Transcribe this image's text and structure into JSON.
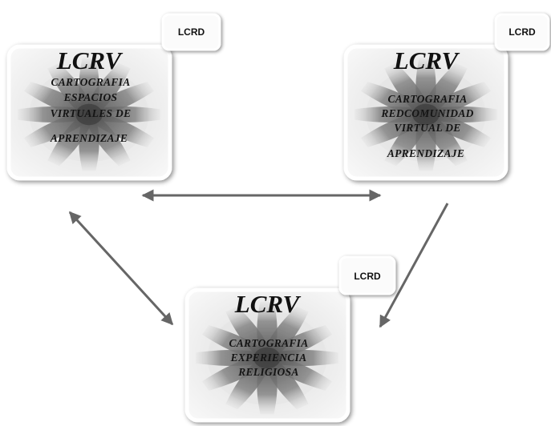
{
  "boxes": [
    {
      "title": "LCRV",
      "lines": [
        "CARTOGRAFIA",
        "ESPACIOS",
        "VIRTUALES DE",
        "",
        "APRENDIZAJE"
      ],
      "tag": "LCRD",
      "image_icon": "joined-hands-circle-image"
    },
    {
      "title": "LCRV",
      "lines": [
        "CARTOGRAFIA",
        "REDCOMUNIDAD",
        "VIRTUAL DE",
        "",
        "APRENDIZAJE"
      ],
      "tag": "LCRD",
      "image_icon": "joined-hands-circle-image"
    },
    {
      "title": "LCRV",
      "lines": [
        "CARTOGRAFIA",
        "EXPERIENCIA",
        "RELIGIOSA"
      ],
      "tag": "LCRD",
      "image_icon": "joined-hands-circle-image"
    }
  ],
  "arrows": [
    "double-headed",
    "double-headed",
    "one-headed"
  ],
  "colors": {
    "arrow": "#666666",
    "box_border": "#ffffff",
    "box_fill": "#f2f2f2",
    "tag_fill": "#fbfbfb",
    "text": "#111111"
  }
}
